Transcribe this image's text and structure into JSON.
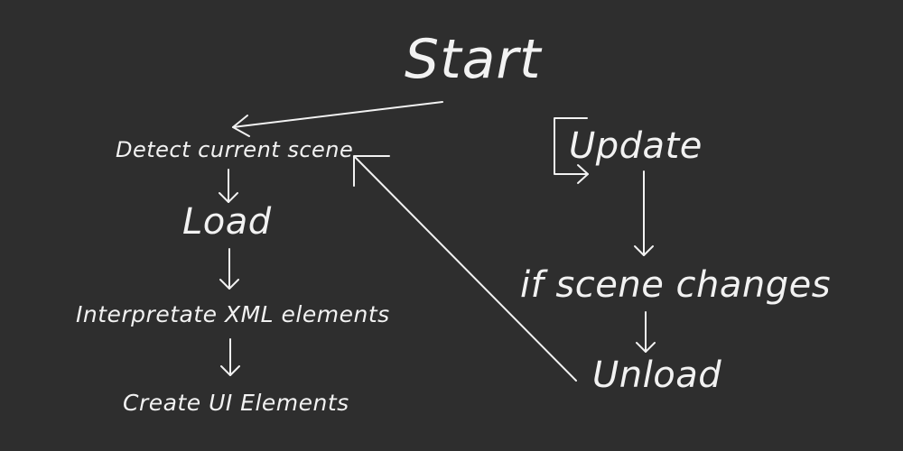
{
  "diagram": {
    "nodes": {
      "start": "Start",
      "detect": "Detect current scene",
      "load": "Load",
      "interpret": "Interpretate XML elements",
      "create": "Create UI Elements",
      "update": "Update",
      "if_scene": "if scene changes",
      "unload": "Unload"
    },
    "colors": {
      "background": "#2e2e2e",
      "foreground": "#f2f2f2"
    }
  }
}
